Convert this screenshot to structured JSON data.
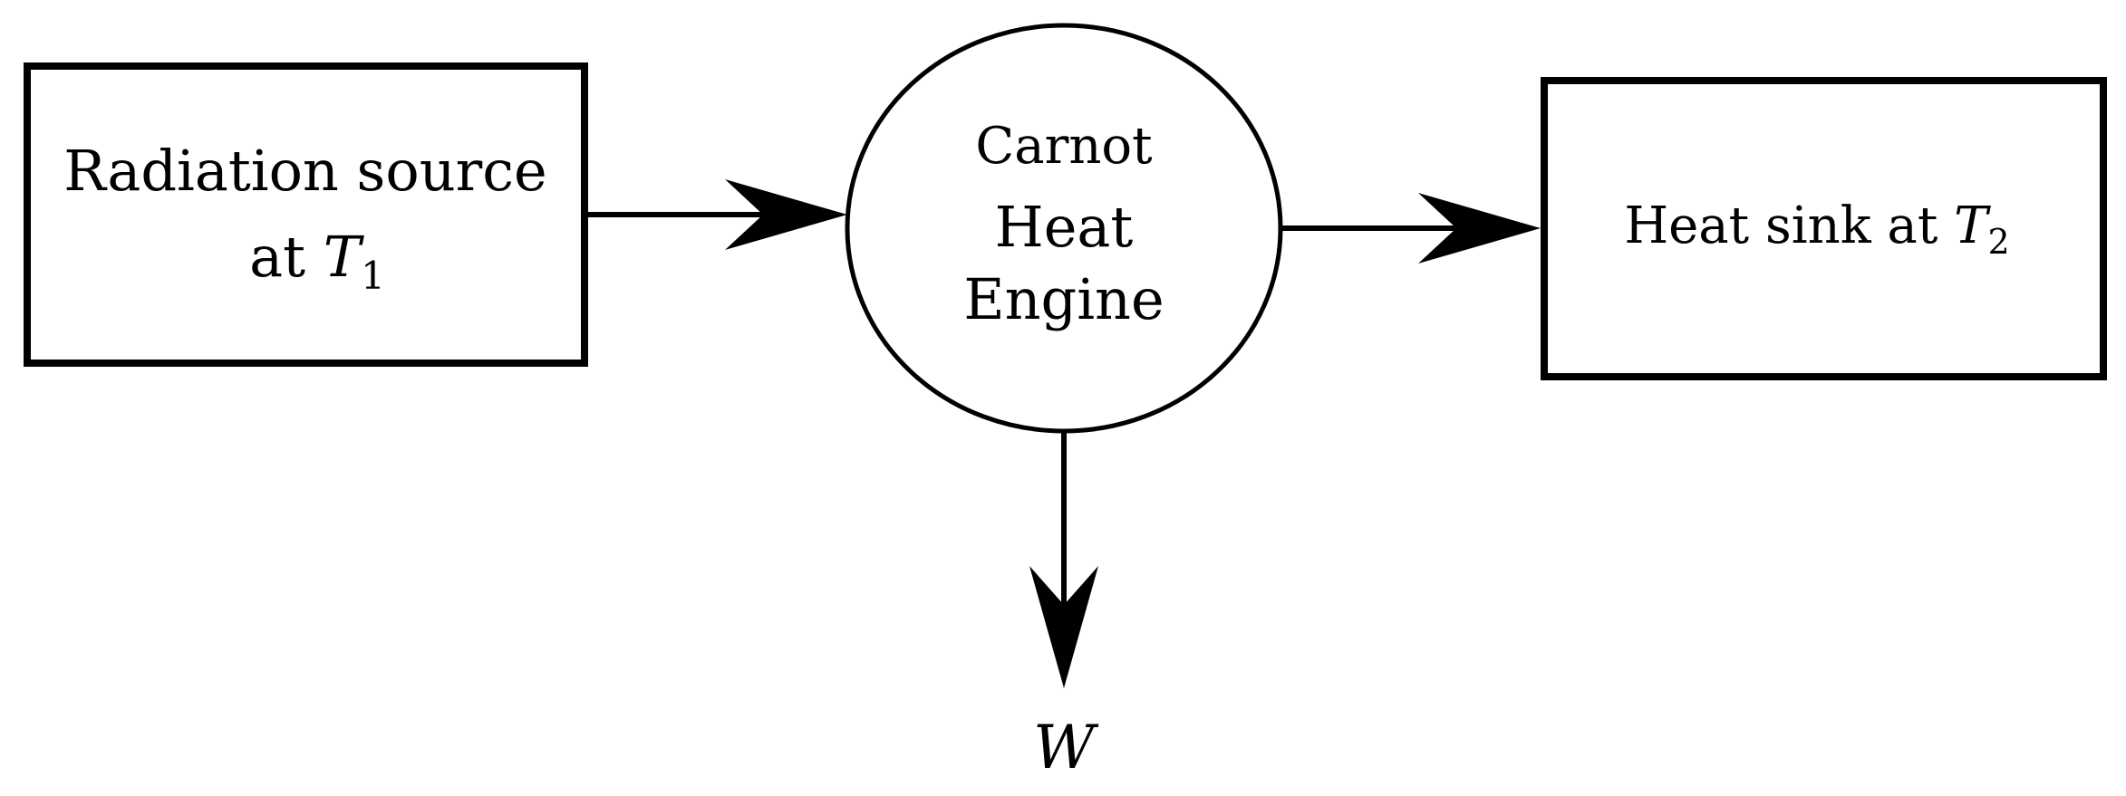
{
  "source": {
    "line1": "Radiation source",
    "line2_prefix": "at ",
    "temp_symbol": "T",
    "temp_subscript": "1"
  },
  "engine": {
    "line1": "Carnot",
    "line2": "Heat",
    "line3": "Engine"
  },
  "sink": {
    "prefix": "Heat sink at ",
    "temp_symbol": "T",
    "temp_subscript": "2"
  },
  "work": {
    "symbol": "W"
  }
}
